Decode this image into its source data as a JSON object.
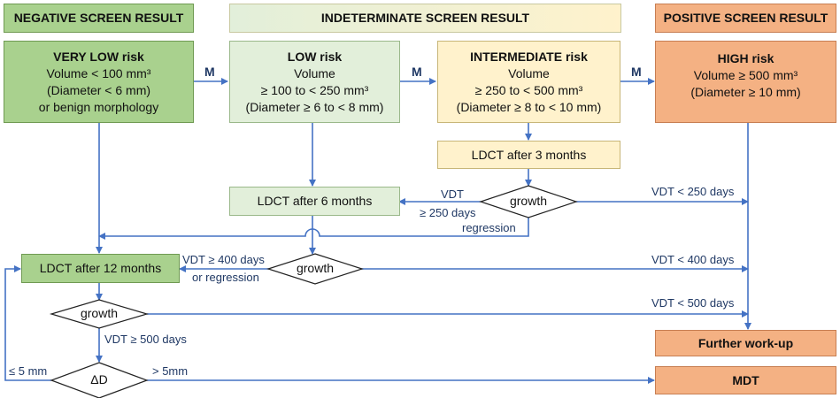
{
  "headers": {
    "negative": "NEGATIVE SCREEN RESULT",
    "indeterminate": "INDETERMINATE SCREEN RESULT",
    "positive": "POSITIVE SCREEN RESULT"
  },
  "risk": {
    "very_low": {
      "title": "VERY LOW risk",
      "l1": "Volume < 100 mm³",
      "l2": "(Diameter < 6 mm)",
      "l3": "or benign morphology"
    },
    "low": {
      "title": "LOW risk",
      "l1": "Volume",
      "l2": "≥ 100 to < 250 mm³",
      "l3": "(Diameter ≥ 6 to < 8 mm)"
    },
    "intermediate": {
      "title": "INTERMEDIATE risk",
      "l1": "Volume",
      "l2": "≥ 250 to < 500 mm³",
      "l3": "(Diameter ≥ 8 to < 10 mm)"
    },
    "high": {
      "title": "HIGH risk",
      "l1": "Volume ≥ 500 mm³",
      "l2": "(Diameter ≥ 10 mm)"
    }
  },
  "actions": {
    "ldct3": "LDCT after 3 months",
    "ldct6": "LDCT after 6 months",
    "ldct12": "LDCT after 12 months",
    "further": "Further work-up",
    "mdt": "MDT"
  },
  "decisions": {
    "growth1": "growth",
    "growth2": "growth",
    "growth3": "growth",
    "delta_d": "ΔD"
  },
  "labels": {
    "m1": "M",
    "m2": "M",
    "m3": "M",
    "vdt_lt250": "VDT < 250 days",
    "vdt_ge250_a": "VDT",
    "vdt_ge250_b": "≥ 250 days",
    "regression": "regression",
    "vdt_ge400_a": "VDT ≥ 400 days",
    "vdt_ge400_b": "or regression",
    "vdt_lt400": "VDT < 400 days",
    "vdt_lt500": "VDT < 500 days",
    "vdt_ge500": "VDT ≥ 500 days",
    "le5mm": "≤ 5 mm",
    "gt5mm": "> 5mm"
  },
  "colors": {
    "arrow": "#4472c4",
    "green_dark": "#a9d18e",
    "green_light": "#e2efda",
    "yellow": "#fff2cc",
    "orange": "#f4b183"
  }
}
